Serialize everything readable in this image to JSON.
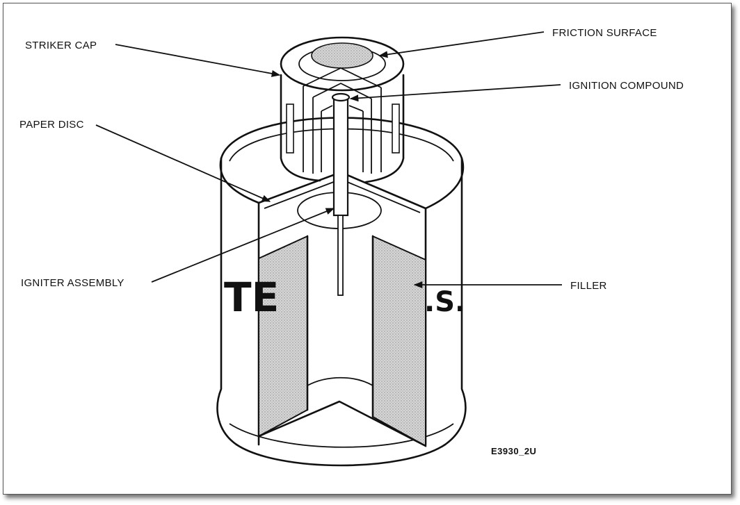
{
  "labels": {
    "striker_cap": "STRIKER CAP",
    "friction_surface": "FRICTION SURFACE",
    "ignition_compound": "IGNITION COMPOUND",
    "paper_disc": "PAPER DISC",
    "igniter_assembly": "IGNITER ASSEMBLY",
    "filler": "FILLER"
  },
  "stencil": {
    "left": "TE",
    "right": ".S."
  },
  "figure_code": "E3930_2U"
}
